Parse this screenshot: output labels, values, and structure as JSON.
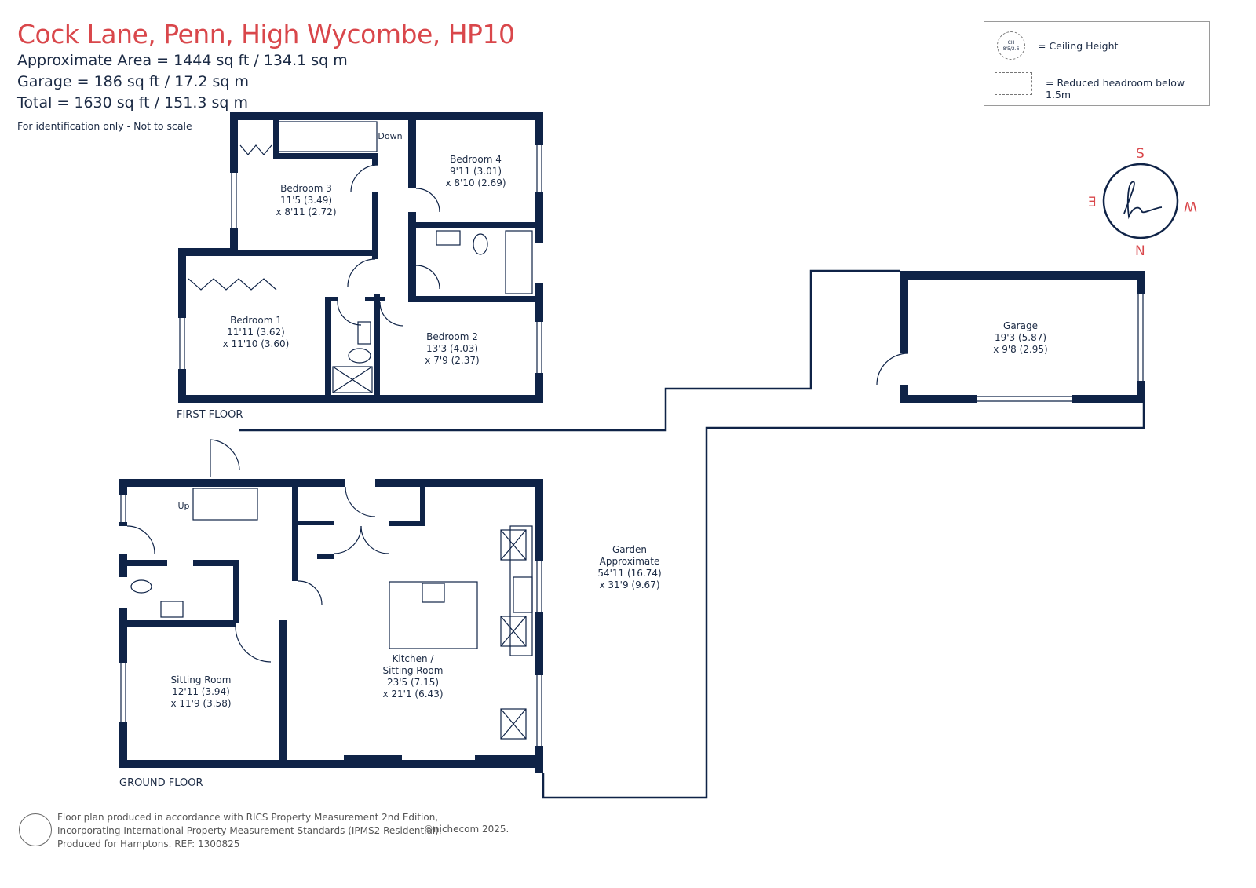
{
  "header": {
    "title": "Cock Lane, Penn, High Wycombe, HP10",
    "approx_area": "Approximate Area = 1444 sq ft / 134.1 sq m",
    "garage_area": "Garage = 186 sq ft / 17.2 sq m",
    "total_area": "Total = 1630 sq ft / 151.3 sq m",
    "note": "For identification only - Not to scale"
  },
  "legend": {
    "ch_symbol_top": "CH",
    "ch_symbol_bottom": "8'5/2.6",
    "ceiling_height": "= Ceiling Height",
    "reduced_headroom": "= Reduced headroom below 1.5m"
  },
  "compass": {
    "s": "S",
    "n": "N",
    "e": "E",
    "w": "W"
  },
  "first_floor": {
    "label": "FIRST FLOOR",
    "stairs_label": "Down",
    "rooms": [
      {
        "name": "Bedroom 4",
        "dim1": "9'11 (3.01)",
        "dim2": "x 8'10 (2.69)"
      },
      {
        "name": "Bedroom 3",
        "dim1": "11'5 (3.49)",
        "dim2": "x 8'11 (2.72)"
      },
      {
        "name": "Bedroom 1",
        "dim1": "11'11 (3.62)",
        "dim2": "x 11'10 (3.60)"
      },
      {
        "name": "Bedroom 2",
        "dim1": "13'3 (4.03)",
        "dim2": "x 7'9 (2.37)"
      }
    ]
  },
  "ground_floor": {
    "label": "GROUND FLOOR",
    "stairs_label": "Up",
    "rooms": [
      {
        "name": "Sitting Room",
        "dim1": "12'11 (3.94)",
        "dim2": "x 11'9 (3.58)"
      },
      {
        "name": "Kitchen /",
        "name2": "Sitting Room",
        "dim1": "23'5 (7.15)",
        "dim2": "x 21'1 (6.43)"
      }
    ]
  },
  "garden": {
    "name": "Garden",
    "name2": "Approximate",
    "dim1": "54'11 (16.74)",
    "dim2": "x 31'9 (9.67)"
  },
  "garage": {
    "name": "Garage",
    "dim1": "19'3 (5.87)",
    "dim2": "x 9'8 (2.95)"
  },
  "footer": {
    "line1": "Floor plan produced in accordance with RICS Property Measurement 2nd Edition,",
    "line2": "Incorporating International Property Measurement Standards (IPMS2 Residential).",
    "line3": "Produced for Hamptons.   REF: 1300825",
    "copyright": "©nichecom 2025."
  },
  "colors": {
    "wall": "#0f2347",
    "title": "#d9474b"
  }
}
